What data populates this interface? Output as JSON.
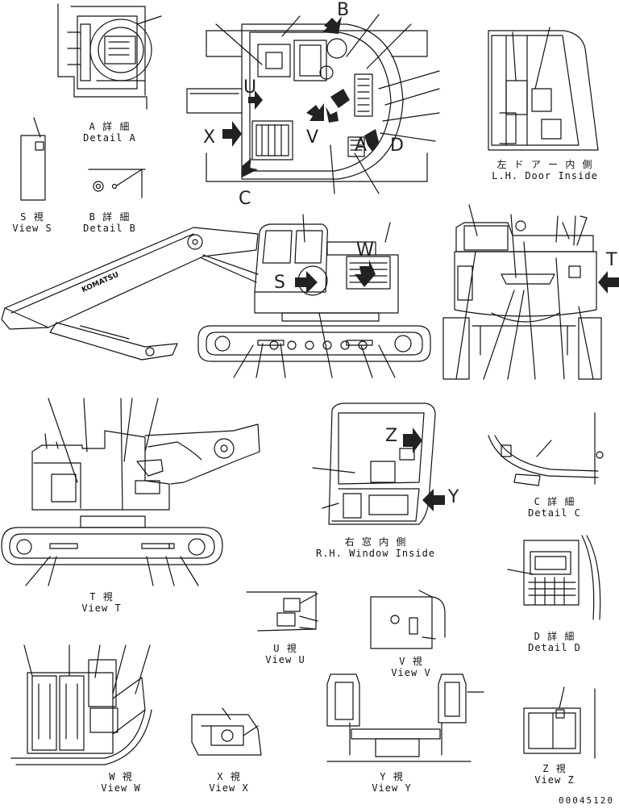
{
  "views": {
    "detail_a": {
      "jp": "A 詳 細",
      "en": "Detail A"
    },
    "view_s": {
      "jp": "S 視",
      "en": "View S"
    },
    "detail_b": {
      "jp": "B 詳 細",
      "en": "Detail B"
    },
    "lh_door": {
      "jp": "左 ド ア ー 内 側",
      "en": "L.H. Door Inside"
    },
    "view_t": {
      "jp": "T 視",
      "en": "View T"
    },
    "rh_window": {
      "jp": "右 窓 内 側",
      "en": "R.H. Window Inside"
    },
    "detail_c": {
      "jp": "C 詳 細",
      "en": "Detail C"
    },
    "detail_d": {
      "jp": "D 詳 細",
      "en": "Detail D"
    },
    "view_u": {
      "jp": "U 視",
      "en": "View U"
    },
    "view_v": {
      "jp": "V 視",
      "en": "View V"
    },
    "view_w": {
      "jp": "W 視",
      "en": "View W"
    },
    "view_x": {
      "jp": "X 視",
      "en": "View X"
    },
    "view_y": {
      "jp": "Y 視",
      "en": "View Y"
    },
    "view_z": {
      "jp": "Z 視",
      "en": "View Z"
    }
  },
  "arrow_letters": {
    "b": "B",
    "u": "U",
    "x": "X",
    "c": "C",
    "v": "V",
    "a": "A",
    "d": "D",
    "s": "S",
    "w": "W",
    "t": "T",
    "z": "Z",
    "y": "Y"
  },
  "brand": "KOMATSU",
  "part_number": "00045120"
}
